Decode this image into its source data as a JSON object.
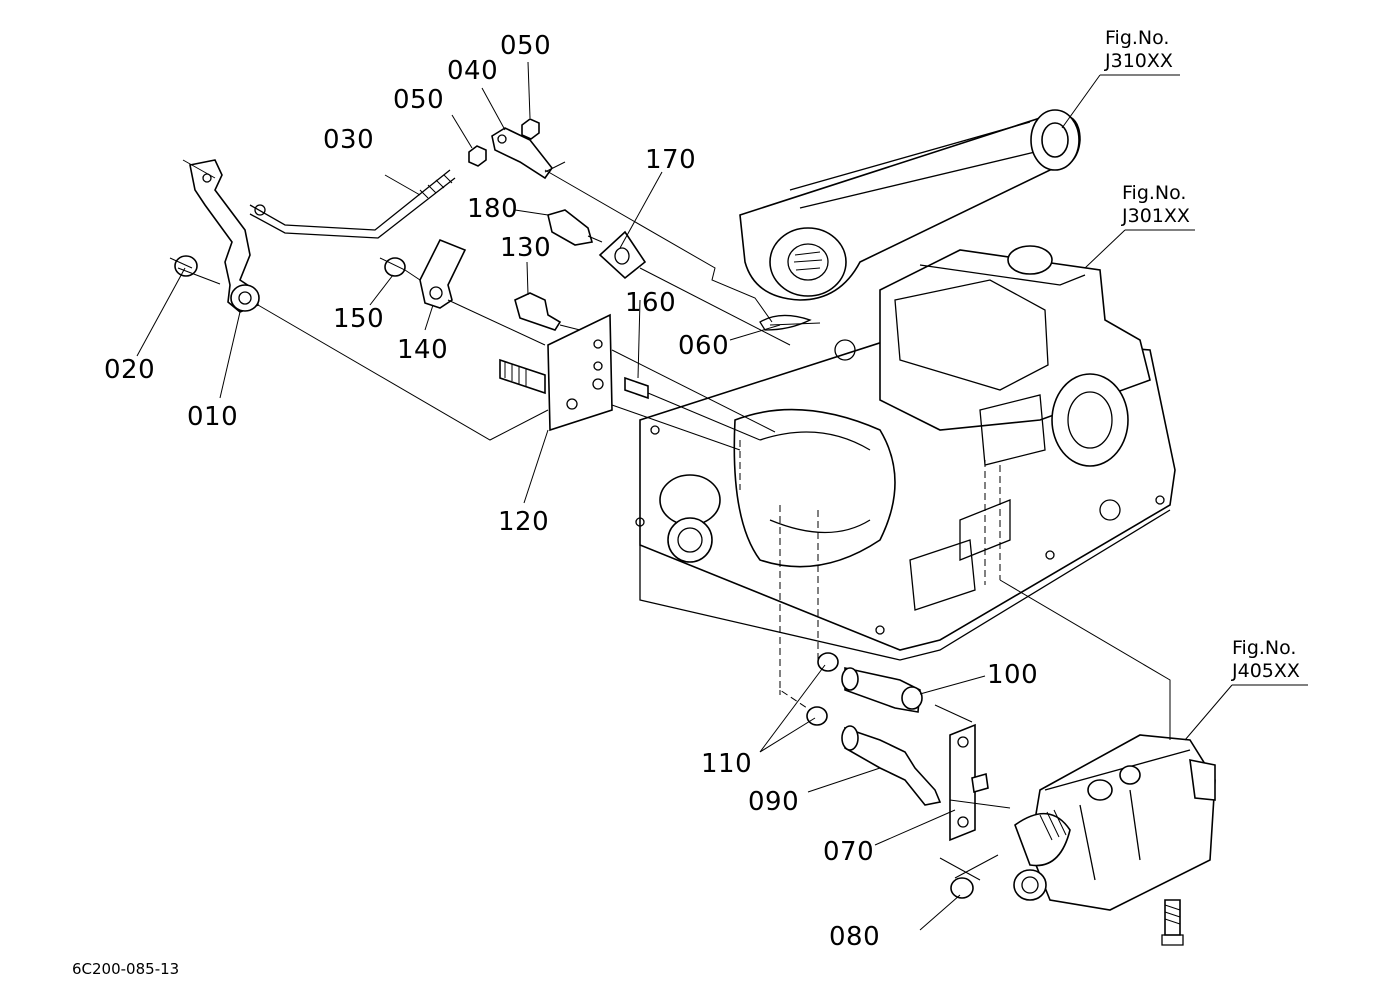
{
  "drawing_code": "6C200-085-13",
  "figure_refs": [
    {
      "id": "fig-j310",
      "line1": "Fig.No.",
      "line2": "J310XX"
    },
    {
      "id": "fig-j301",
      "line1": "Fig.No.",
      "line2": "J301XX"
    },
    {
      "id": "fig-j405",
      "line1": "Fig.No.",
      "line2": "J405XX"
    }
  ],
  "parts": {
    "p010": "010",
    "p020": "020",
    "p030": "030",
    "p040": "040",
    "p050a": "050",
    "p050b": "050",
    "p060": "060",
    "p070": "070",
    "p080": "080",
    "p090": "090",
    "p100": "100",
    "p110": "110",
    "p120": "120",
    "p130": "130",
    "p140": "140",
    "p150": "150",
    "p160": "160",
    "p170": "170",
    "p180": "180"
  }
}
